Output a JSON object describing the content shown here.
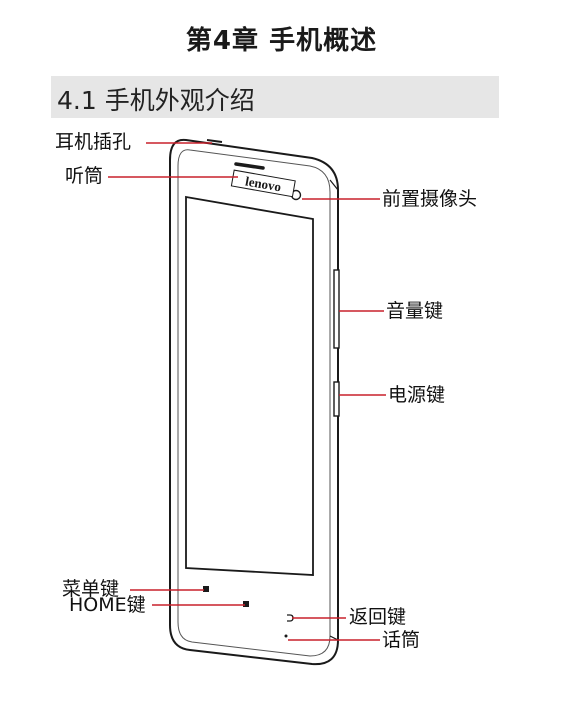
{
  "chapter": {
    "title": "第4章  手机概述"
  },
  "section": {
    "title": "4.1 手机外观介绍"
  },
  "phone": {
    "brand": "lenovo"
  },
  "labels": {
    "earphone_jack": "耳机插孔",
    "earpiece": "听筒",
    "front_camera": "前置摄像头",
    "volume_key": "音量键",
    "power_key": "电源键",
    "menu_key": "菜单键",
    "home_key": "HOME键",
    "back_key": "返回键",
    "microphone": "话筒"
  },
  "colors": {
    "callout_line": "#c8202b",
    "section_bar": "#e6e6e6"
  },
  "icons": [
    "menu-key-icon",
    "home-key-icon",
    "back-key-icon",
    "front-camera-icon"
  ]
}
